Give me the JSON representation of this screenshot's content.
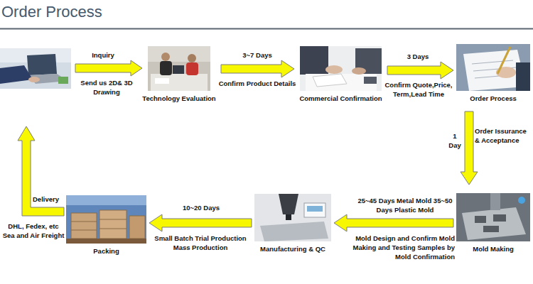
{
  "diagram": {
    "title": "Order Process",
    "nodes": [
      {
        "text": [
          "Technology Evaluation"
        ]
      },
      {
        "text": [
          "Commercial Confirmation"
        ]
      },
      {
        "text": [
          "Order Process"
        ]
      },
      {
        "text": [
          "Mold Making"
        ]
      },
      {
        "text": [
          "Manufacturing & QC"
        ]
      },
      {
        "text": [
          "Packing"
        ]
      }
    ],
    "edges": [
      {
        "from": 0,
        "to": 1,
        "arrow": "to",
        "label": "3~7 Days"
      },
      {
        "from": 1,
        "to": 2,
        "arrow": "to",
        "label": "3 Days"
      },
      {
        "from": 2,
        "to": 3,
        "arrow": "to",
        "label": "1 Day"
      },
      {
        "from": 3,
        "to": 4,
        "arrow": "to",
        "label": "25~45 Days Metal Mold 35~50 Days Plastic Mold"
      },
      {
        "from": 4,
        "to": 5,
        "arrow": "to",
        "label": "10~20 Days"
      }
    ],
    "labels": [
      "Inquiry",
      "Send us 2D& 3D Drawing",
      "Confirm Product Details",
      "Confirm Quote,Price, Term,Lead Time",
      "Order Issurance & Acceptance",
      "Mold Design and Confirm Mold Making and Testing Samples by Mold Confirmation",
      "Small Batch Trial Production Mass Production",
      "Delivery",
      "DHL, Fedex, etc Sea and Air Freight"
    ]
  }
}
